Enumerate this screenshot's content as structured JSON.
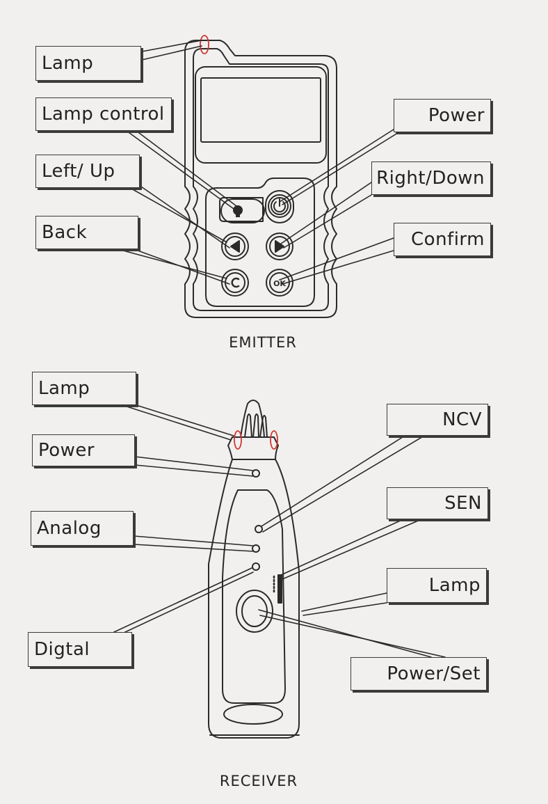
{
  "emitter": {
    "caption": "EMITTER",
    "labels": {
      "lamp": "Lamp",
      "lamp_control": "Lamp control",
      "left_up": "Left/ Up",
      "back": "Back",
      "power": "Power",
      "right_down": "Right/Down",
      "confirm": "Confirm"
    },
    "ok_glyph": "OK"
  },
  "receiver": {
    "caption": "RECEIVER",
    "labels": {
      "lamp_top": "Lamp",
      "power": "Power",
      "analog": "Analog",
      "digtal": "Digtal",
      "ncv": "NCV",
      "sen": "SEN",
      "lamp_side": "Lamp",
      "power_set": "Power/Set"
    }
  }
}
